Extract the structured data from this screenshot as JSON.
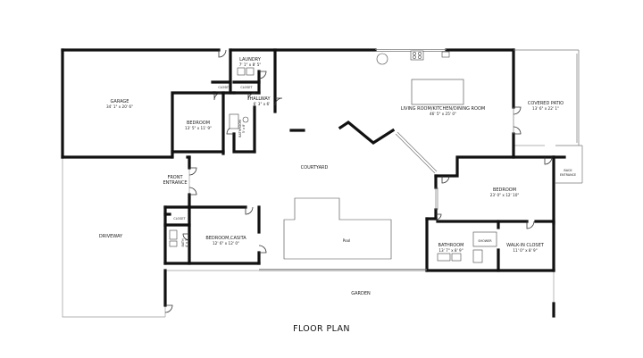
{
  "title": "FLOOR PLAN",
  "rooms": {
    "garage": {
      "name": "GARAGE",
      "dims": "34' 1\" x 20' 6\""
    },
    "laundry": {
      "name": "LAUNDRY",
      "dims": "7' 1\" x 8' 5\""
    },
    "closet_garage": {
      "name": "CLOSET"
    },
    "closet_hall": {
      "name": "CLOSET"
    },
    "hallway": {
      "name": "HALLWAY",
      "dims": "6' 3\" x 6'"
    },
    "bedroom1": {
      "name": "BEDROOM",
      "dims": "13' 5\" x 11' 9\""
    },
    "bathroom1": {
      "name": "BATHROOM",
      "dims": "5' x 8'"
    },
    "living": {
      "name": "LIVING ROOM/KITCHEN/DINING ROOM",
      "dims": "46' 5\" x 25' 0\""
    },
    "patio": {
      "name": "COVERED PATIO",
      "dims": "13' 6\" x 22' 1\""
    },
    "back_entrance": {
      "name_line1": "BACK",
      "name_line2": "ENTRANCE"
    },
    "courtyard": {
      "name": "COURTYARD"
    },
    "front_entrance": {
      "name_line1": "FRONT",
      "name_line2": "ENTRANCE"
    },
    "bedroom2": {
      "name": "BEDROOM",
      "dims": "23' 0\" x 12' 10\""
    },
    "driveway": {
      "name": "DRIVEWAY"
    },
    "closet_casita": {
      "name": "CLOSET"
    },
    "bath_casita": {
      "name": "BATH",
      "dims": "4' x 5'"
    },
    "casita": {
      "name": "BEDROOM,CASITA",
      "dims": "12' 6\" x 12' 0\""
    },
    "pool": {
      "name": "Pool"
    },
    "bathroom2": {
      "name": "BATHROOM",
      "dims": "13' 7\" x 8' 9\""
    },
    "shower": {
      "name": "SHOWER"
    },
    "walkin": {
      "name": "WALK-IN CLOSET",
      "dims": "11' 0\" x 8' 9\""
    },
    "garden": {
      "name": "GARDEN"
    }
  }
}
